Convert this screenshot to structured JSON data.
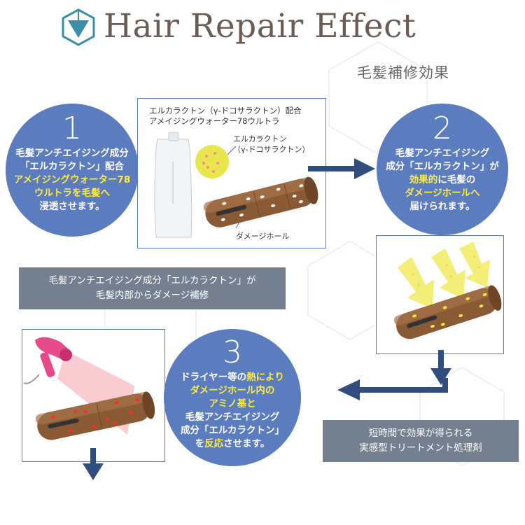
{
  "header": {
    "title": "Hair Repair Effect",
    "subtitle": "毛髪補修効果",
    "logo_icon": "hexagon-triangle-logo"
  },
  "colors": {
    "circle_blue": "#5b7cbe",
    "highlight_yellow": "#ffeb3b",
    "arrow_navy": "#2f4d7e",
    "gray_box": "#747f90",
    "title_brown": "#6b5d55"
  },
  "step1": {
    "number": "1",
    "lines": [
      "毛髪アンチエイジング成分",
      "「エルカラクトン」配合",
      "アメイジングウォーター78",
      "ウルトラを毛髪へ",
      "浸透させます。"
    ]
  },
  "panel1": {
    "caption_line1": "エルカラクトン（γ-ドコサラクトン）配合",
    "caption_line2": "アメイジングウォーター78ウルトラ",
    "molecule_label_line1": "エルカラクトン",
    "molecule_label_line2": "（γ-ドコサラクトン）",
    "hole_label": "ダメージホール"
  },
  "step2": {
    "number": "2",
    "line1": "毛髪アンチエイジング",
    "line2": "成分「エルカラクトン」が",
    "line3_highlight": "効果的",
    "line3_rest": "に毛髪の",
    "line4": "ダメージホールへ",
    "line5": "届けられます。"
  },
  "step3": {
    "number": "3",
    "line1_a": "ドライヤー等の",
    "line1_b": "熱により",
    "line2": "ダメージホール内の",
    "line3": "アミノ基と",
    "line4": "毛髪アンチエイジング",
    "line5": "成分「エルカラクトン」",
    "line6_a": "を",
    "line6_b": "反応",
    "line6_c": "させます。"
  },
  "note1": {
    "line1": "毛髪アンチエイジング成分「エルカラクトン」が",
    "line2": "毛髪内部からダメージ補修"
  },
  "note2": {
    "line1": "短時間で効果が得られる",
    "line2": "実感型トリートメント処理剤"
  }
}
